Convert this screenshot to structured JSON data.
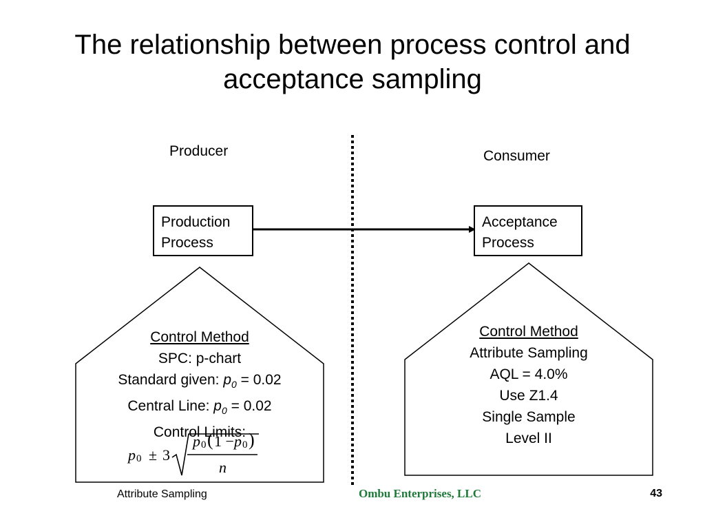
{
  "slide": {
    "title_line1": "The relationship between process control and",
    "title_line2": "acceptance sampling",
    "producer_label": "Producer",
    "consumer_label": "Consumer"
  },
  "production_box": {
    "line1": "Production",
    "line2": "Process"
  },
  "acceptance_box": {
    "line1": "Acceptance",
    "line2": "Process"
  },
  "producer_panel": {
    "heading": "Control Method",
    "line1": "SPC: p-chart",
    "line2_prefix": "Standard given: ",
    "line2_var": "p",
    "line2_sub": "0",
    "line2_suffix": " = 0.02",
    "line3_prefix": "Central Line: ",
    "line3_var": "p",
    "line3_sub": "0",
    "line3_suffix": " = 0.02",
    "line4": "Control Limits:",
    "formula": {
      "lhs_var": "p",
      "lhs_sub": "0",
      "pm": "±",
      "three": "3",
      "num_var1": "p",
      "num_sub1": "0",
      "open_paren": "(",
      "one_minus": "1 −",
      "num_var2": "p",
      "num_sub2": "0",
      "close_paren": ")",
      "den": "n"
    }
  },
  "consumer_panel": {
    "heading": "Control Method",
    "line1": "Attribute Sampling",
    "line2": "AQL = 4.0%",
    "line3": "Use Z1.4",
    "line4": "Single Sample",
    "line5": "Level II"
  },
  "footer": {
    "left": "Attribute Sampling",
    "center": "Ombu Enterprises, LLC",
    "page": "43"
  }
}
